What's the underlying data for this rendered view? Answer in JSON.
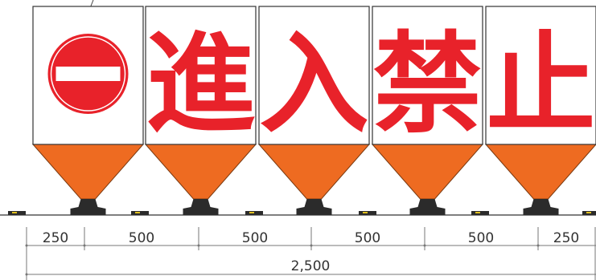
{
  "colors": {
    "sign_red": "#e8222a",
    "panel_white": "#ffffff",
    "panel_border": "#333333",
    "cone_orange": "#ee6b21",
    "base_black": "#2b2b2b",
    "marker_yellow": "#e0c020",
    "dimension_line": "#666666"
  },
  "panels": [
    {
      "type": "icon",
      "icon": "no-entry-icon",
      "char": ""
    },
    {
      "type": "text",
      "icon": "",
      "char": "進"
    },
    {
      "type": "text",
      "icon": "",
      "char": "入"
    },
    {
      "type": "text",
      "icon": "",
      "char": "禁"
    },
    {
      "type": "text",
      "icon": "",
      "char": "止"
    }
  ],
  "dimensions": {
    "segments": [
      "250",
      "500",
      "500",
      "500",
      "500",
      "250"
    ],
    "total": "2,500"
  }
}
